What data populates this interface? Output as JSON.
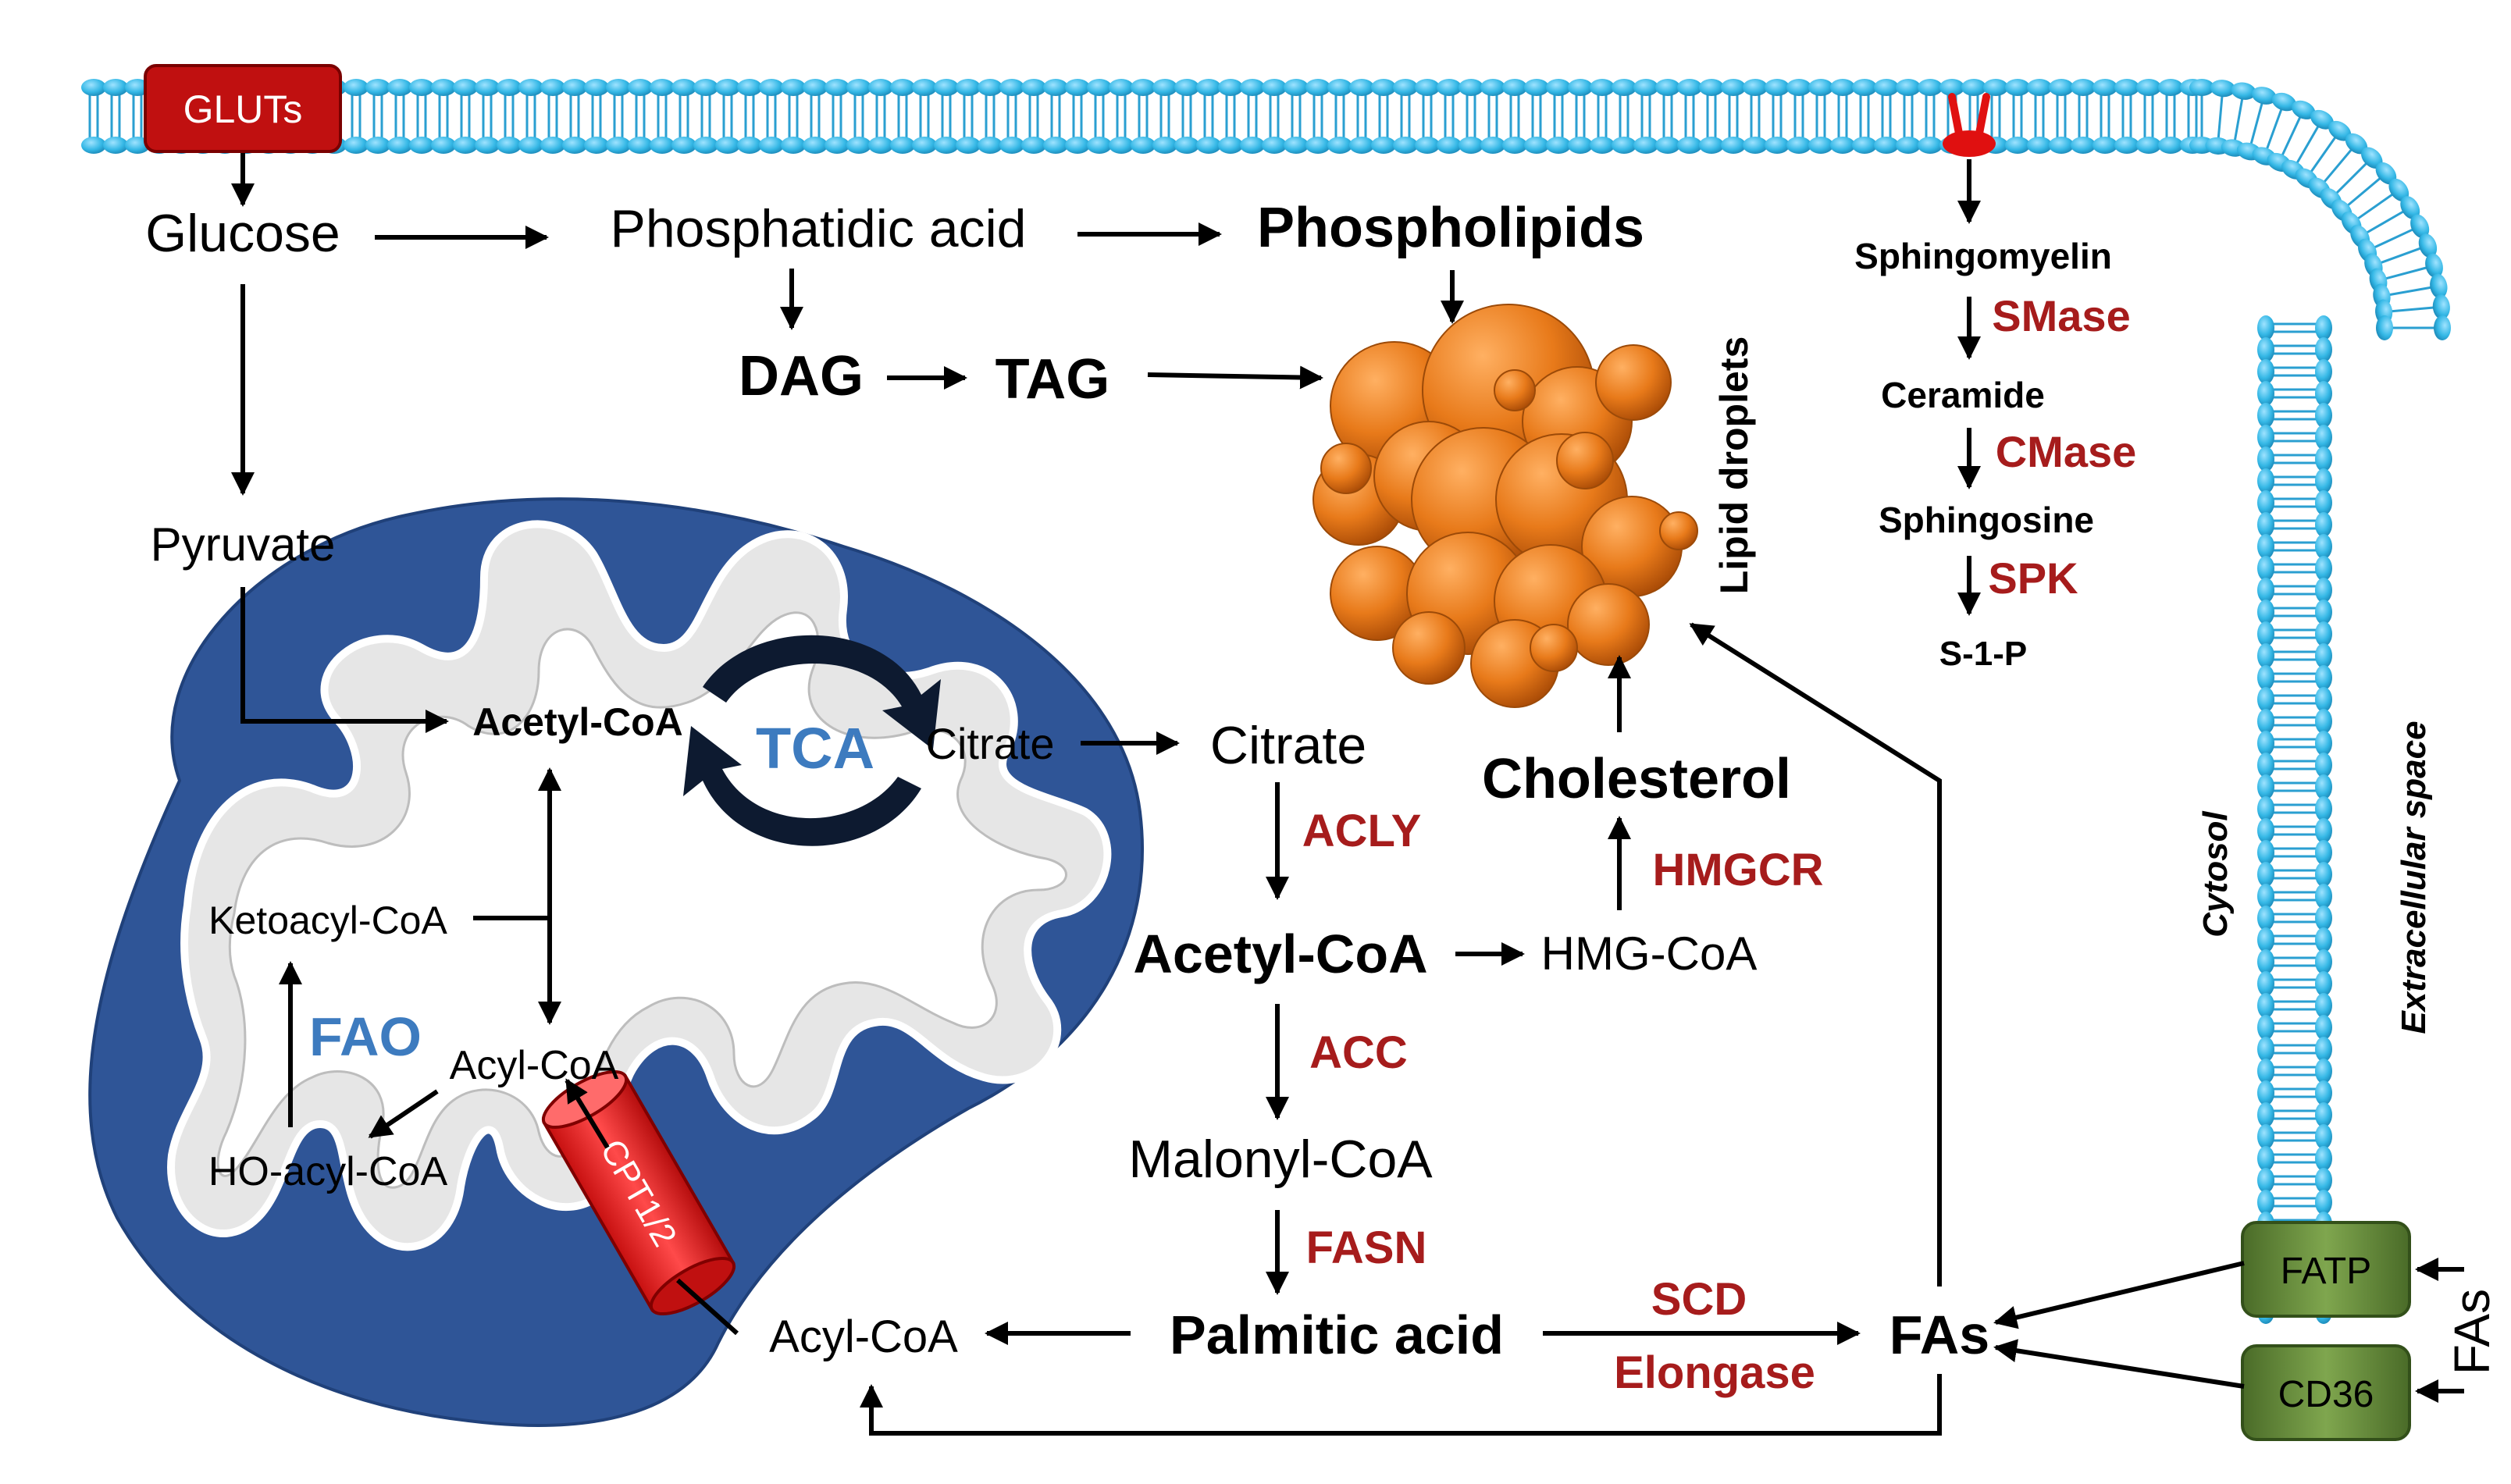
{
  "membrane": {
    "glut_label": "GLUTs",
    "fatp_label": "FATP",
    "cd36_label": "CD36",
    "extra_fas_label": "FAs",
    "cytosol_label": "Cytosol",
    "extracellular_label": "Extracellular space"
  },
  "cytosol": {
    "glucose": "Glucose",
    "phosphatidic_acid": "Phosphatidic acid",
    "phospholipids": "Phospholipids",
    "dag": "DAG",
    "tag": "TAG",
    "pyruvate": "Pyruvate",
    "lipid_droplets": "Lipid droplets",
    "citrate": "Citrate",
    "acly": "ACLY",
    "acetyl_coa": "Acetyl-CoA",
    "hmg_coa": "HMG-CoA",
    "hmgcr": "HMGCR",
    "cholesterol": "Cholesterol",
    "acc": "ACC",
    "malonyl_coa": "Malonyl-CoA",
    "fasn": "FASN",
    "palmitic_acid": "Palmitic acid",
    "scd": "SCD",
    "elongase": "Elongase",
    "fas": "FAs",
    "acyl_coa": "Acyl-CoA"
  },
  "sphingo": {
    "sphingomyelin": "Sphingomyelin",
    "smase": "SMase",
    "ceramide": "Ceramide",
    "cmase": "CMase",
    "sphingosine": "Sphingosine",
    "spk": "SPK",
    "s1p": "S-1-P"
  },
  "mito": {
    "acetyl_coa": "Acetyl-CoA",
    "tca": "TCA",
    "citrate": "Citrate",
    "ketoacyl_coa": "Ketoacyl-CoA",
    "fao": "FAO",
    "acyl_coa": "Acyl-CoA",
    "ho_acyl_coa": "HO-acyl-CoA",
    "cpt": "CPT1/2"
  },
  "colors": {
    "membrane_blue": "#35b8e6",
    "mito_blue": "#2f5597",
    "enzyme_red": "#a61c1c",
    "fao_blue": "#3d7bbf",
    "droplet_orange": "#e87a1a",
    "transporter_green": "#5a7d32"
  }
}
